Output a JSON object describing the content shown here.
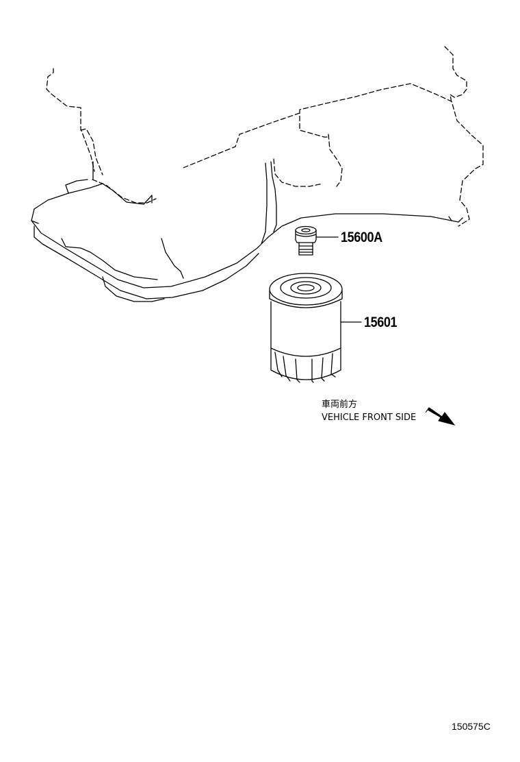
{
  "parts": {
    "drain_plug": {
      "number": "15600A"
    },
    "oil_filter": {
      "number": "15601"
    }
  },
  "direction": {
    "label_jp": "車両前方",
    "label_en": "VEHICLE FRONT SIDE",
    "arrow_icon": "arrow-down-right-icon"
  },
  "reference_code": "150575C",
  "colors": {
    "line": "#000000",
    "background": "#ffffff"
  }
}
